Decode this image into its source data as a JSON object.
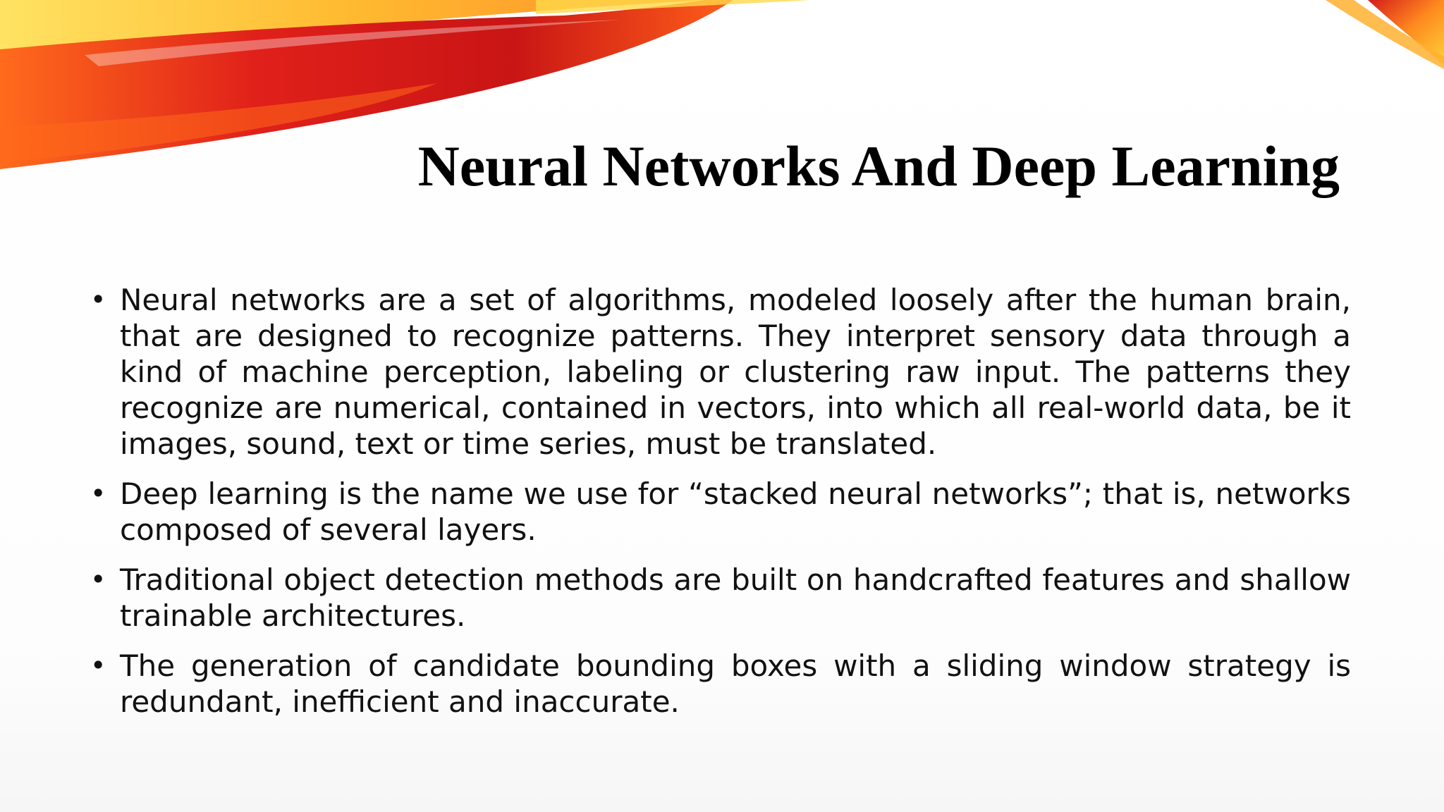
{
  "slide": {
    "title": "Neural Networks And Deep Learning",
    "bullets": [
      {
        "marker": "•",
        "text": "Neural networks are a set of algorithms, modeled loosely after the human brain, that are designed to recognize patterns. They interpret sensory data through a kind of machine perception, labeling or clustering raw input. The patterns they recognize are numerical, contained in vectors, into which all real-world data, be it images, sound, text or time series, must be translated."
      },
      {
        "marker": "•",
        "text": "Deep learning is the name we use for “stacked neural networks”; that is, networks composed of several layers."
      },
      {
        "marker": "•",
        "text": "Traditional object detection methods are built on handcrafted features and shallow trainable architectures."
      },
      {
        "marker": "•",
        "text": "The generation of candidate bounding boxes with a sliding window strategy is redundant, inefficient and inaccurate."
      }
    ]
  },
  "theme": {
    "accent_red": "#e0201a",
    "accent_orange": "#f5731c",
    "accent_yellow": "#ffcc29",
    "text_color": "#111111"
  }
}
